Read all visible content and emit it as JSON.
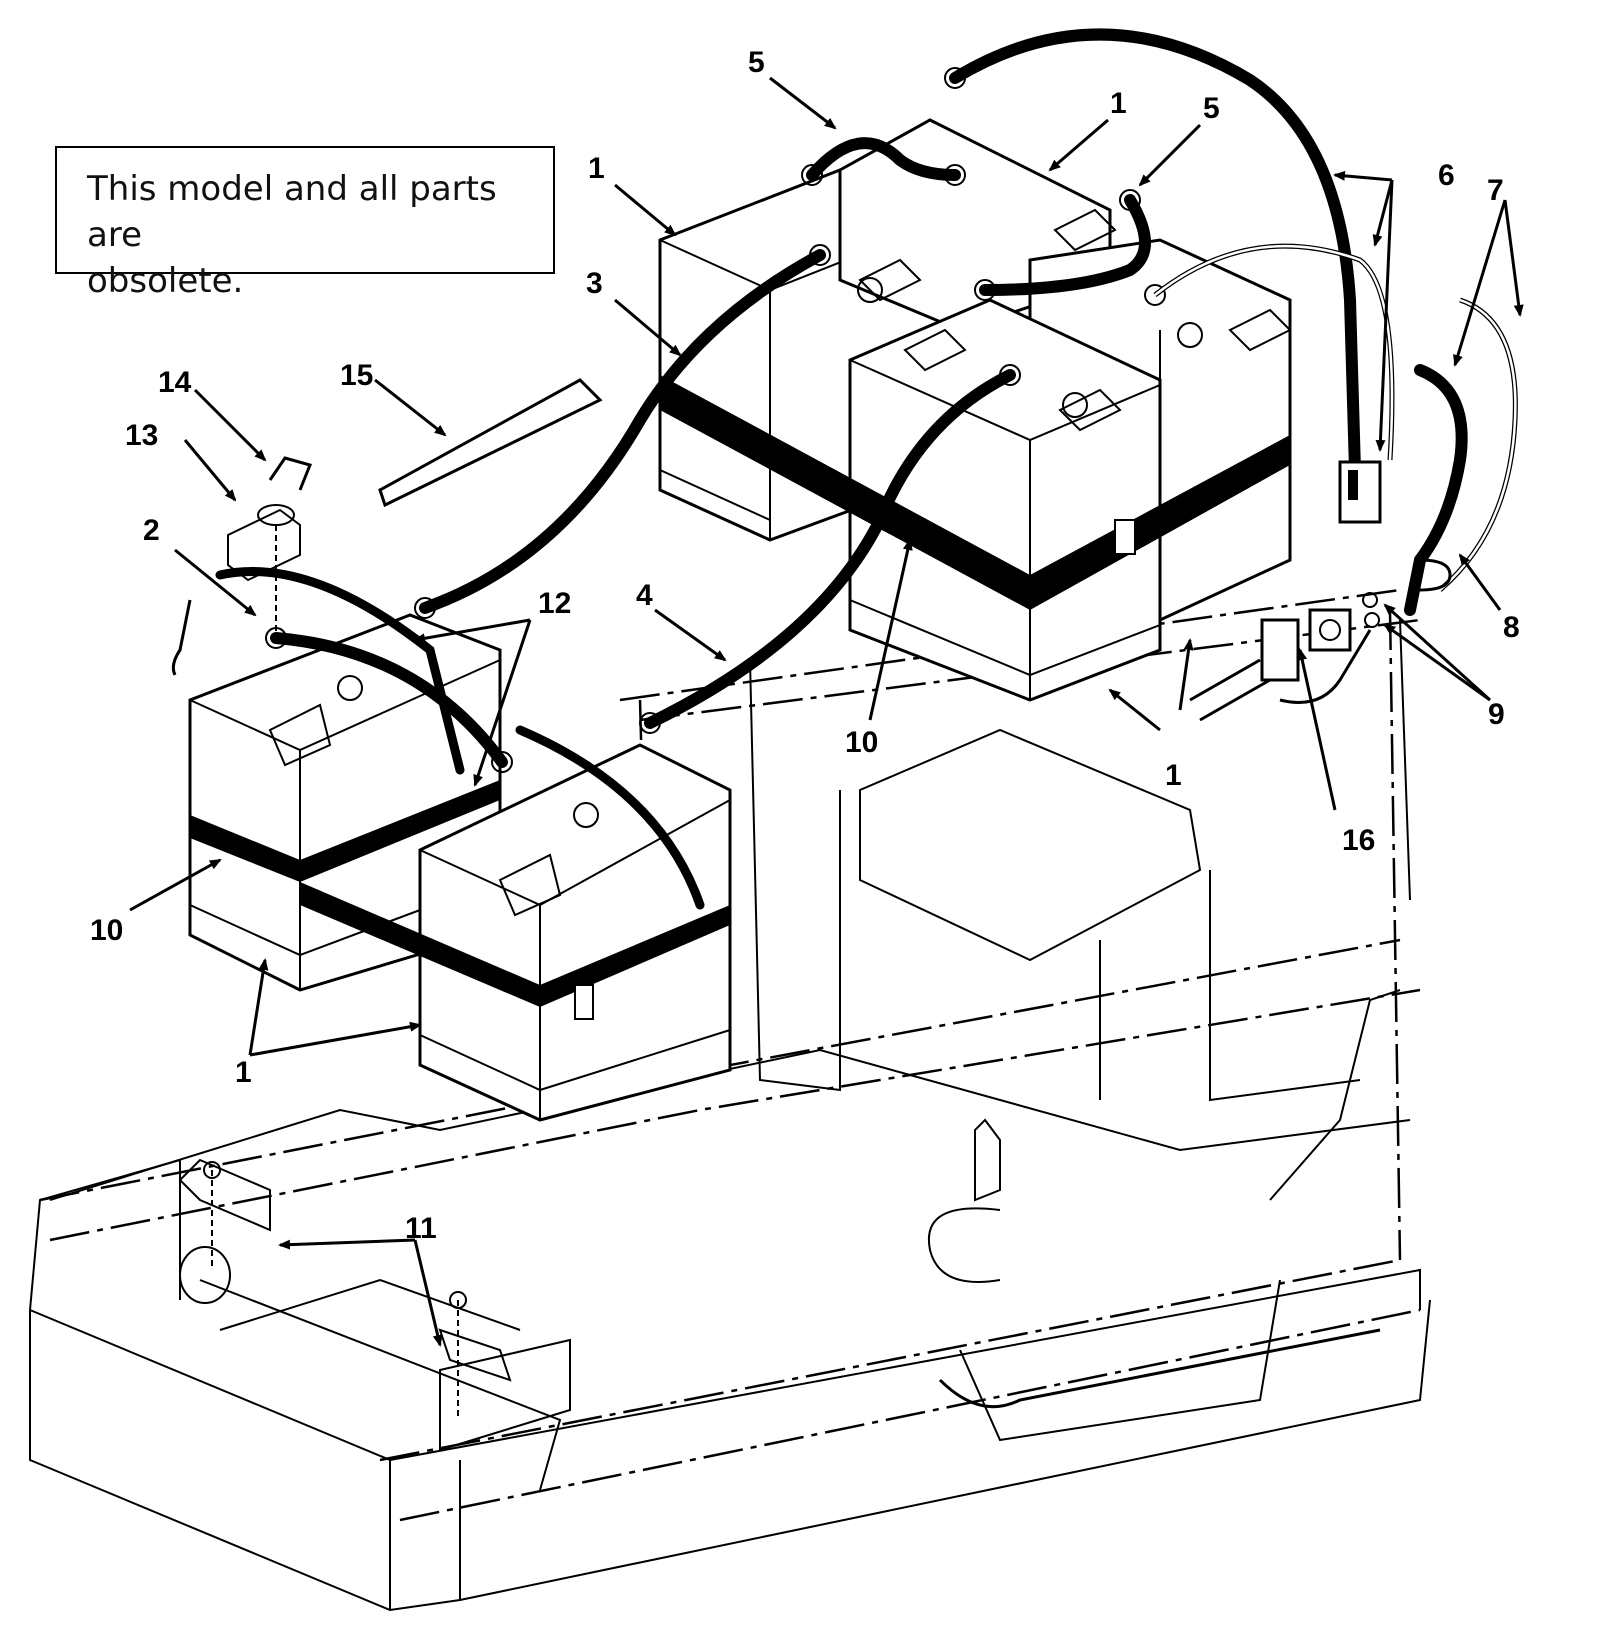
{
  "notice": {
    "line1": "This model and all parts are",
    "line2": "obsolete."
  },
  "callouts": [
    {
      "id": "c1a",
      "text": "1"
    },
    {
      "id": "c1b",
      "text": "1"
    },
    {
      "id": "c1c",
      "text": "1"
    },
    {
      "id": "c1d",
      "text": "1"
    },
    {
      "id": "c2",
      "text": "2"
    },
    {
      "id": "c3",
      "text": "3"
    },
    {
      "id": "c4",
      "text": "4"
    },
    {
      "id": "c5a",
      "text": "5"
    },
    {
      "id": "c5b",
      "text": "5"
    },
    {
      "id": "c6",
      "text": "6"
    },
    {
      "id": "c7",
      "text": "7"
    },
    {
      "id": "c8",
      "text": "8"
    },
    {
      "id": "c9",
      "text": "9"
    },
    {
      "id": "c10a",
      "text": "10"
    },
    {
      "id": "c10b",
      "text": "10"
    },
    {
      "id": "c11",
      "text": "11"
    },
    {
      "id": "c12",
      "text": "12"
    },
    {
      "id": "c13",
      "text": "13"
    },
    {
      "id": "c14",
      "text": "14"
    },
    {
      "id": "c15",
      "text": "15"
    },
    {
      "id": "c16",
      "text": "16"
    }
  ]
}
